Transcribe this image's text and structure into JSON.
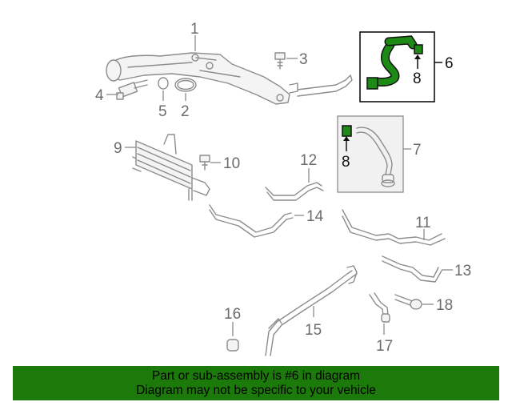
{
  "callouts": {
    "c1": "1",
    "c2": "2",
    "c3": "3",
    "c4": "4",
    "c5": "5",
    "c6": "6",
    "c7": "7",
    "c8a": "8",
    "c8b": "8",
    "c9": "9",
    "c10": "10",
    "c11": "11",
    "c12": "12",
    "c13": "13",
    "c14": "14",
    "c15": "15",
    "c16": "16",
    "c17": "17",
    "c18": "18"
  },
  "highlight": {
    "part_number": "6",
    "color": "#1c8a14"
  },
  "banner": {
    "line1": "Part or sub-assembly is #6 in diagram",
    "line2": "Diagram may not be specific to your vehicle",
    "color": "#1c7a0b"
  }
}
